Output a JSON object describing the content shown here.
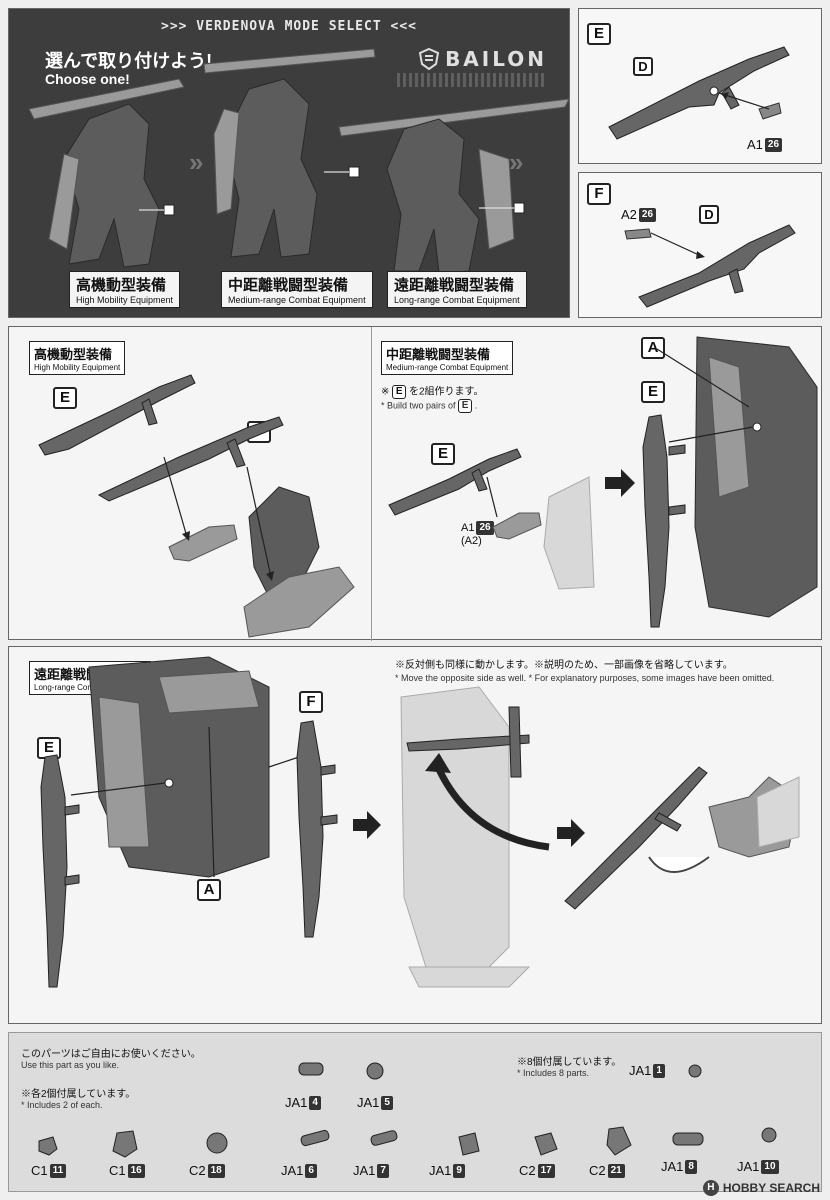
{
  "hero": {
    "title": ">>> VERDENOVA MODE SELECT <<<",
    "heading_jp": "選んで取り付けよう!",
    "heading_en": "Choose one!",
    "brand": "BAILON",
    "modes": [
      {
        "jp": "高機動型装備",
        "en": "High Mobility Equipment"
      },
      {
        "jp": "中距離戦闘型装備",
        "en": "Medium-range Combat Equipment"
      },
      {
        "jp": "遠距離戦闘型装備",
        "en": "Long-range Combat Equipment"
      }
    ]
  },
  "step_e": {
    "letter": "E",
    "sub": "D",
    "part": "A1",
    "num": "26"
  },
  "step_f": {
    "letter": "F",
    "sub": "D",
    "part": "A2",
    "num": "26"
  },
  "high": {
    "jp": "高機動型装備",
    "en": "High Mobility Equipment",
    "e": "E",
    "f": "F"
  },
  "medium": {
    "jp": "中距離戦闘型装備",
    "en": "Medium-range Combat Equipment",
    "note_jp_pre": "※",
    "note_jp_letter": "E",
    "note_jp_post": "を2組作ります。",
    "note_en_pre": "* Build two pairs of",
    "note_en_letter": "E",
    "note_en_post": ".",
    "e": "E",
    "a": "A",
    "e2": "E",
    "part": "A1",
    "num": "26",
    "part_alt": "(A2)"
  },
  "long": {
    "jp": "遠距離戦闘型装備",
    "en": "Long-range Combat Equipment",
    "e": "E",
    "f": "F",
    "a": "A",
    "note_jp": "※反対側も同様に動かします。※説明のため、一部画像を省略しています。",
    "note_en": "* Move the opposite side as well. * For explanatory purposes, some images have been omitted."
  },
  "spare": {
    "note1_jp": "このパーツはご自由にお使いください。",
    "note1_en": "Use this part as you like.",
    "note2_jp": "※各2個付属しています。",
    "note2_en": "* Includes 2 of each.",
    "note3_jp": "※8個付属しています。",
    "note3_en": "* Includes 8 parts.",
    "parts": [
      {
        "label": "JA1",
        "num": "4"
      },
      {
        "label": "JA1",
        "num": "5"
      },
      {
        "label": "JA1",
        "num": "1"
      },
      {
        "label": "C1",
        "num": "11"
      },
      {
        "label": "C1",
        "num": "16"
      },
      {
        "label": "C2",
        "num": "18"
      },
      {
        "label": "JA1",
        "num": "6"
      },
      {
        "label": "JA1",
        "num": "7"
      },
      {
        "label": "JA1",
        "num": "9"
      },
      {
        "label": "C2",
        "num": "17"
      },
      {
        "label": "C2",
        "num": "21"
      },
      {
        "label": "JA1",
        "num": "8"
      },
      {
        "label": "JA1",
        "num": "10"
      }
    ]
  },
  "watermark": {
    "text": "HOBBY SEARCH",
    "logo": "H"
  },
  "icons": [
    "shield-icon",
    "arrow-right-icon",
    "chevron-right-icon",
    "rotate-arrow-icon"
  ],
  "colors": {
    "panel_dark": "#3d3d3d",
    "spare_bg": "#dcdcdc",
    "ink": "#111111"
  }
}
